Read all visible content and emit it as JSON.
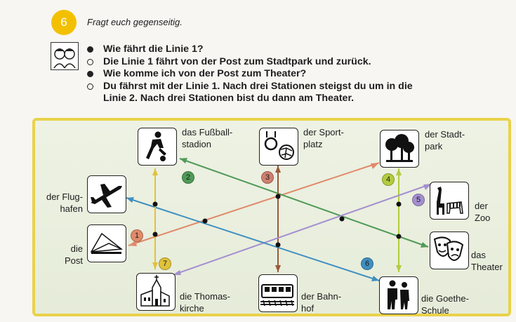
{
  "task": {
    "number": "6",
    "instruction": "Fragt euch gegenseitig."
  },
  "dialogue": [
    {
      "bullet": "filled",
      "lines": [
        "Wie fährt die Linie 1?"
      ]
    },
    {
      "bullet": "open",
      "lines": [
        "Die Linie 1 fährt von der Post zum Stadtpark und zurück."
      ]
    },
    {
      "bullet": "filled",
      "lines": [
        "Wie komme ich von der Post zum Theater?"
      ]
    },
    {
      "bullet": "open",
      "lines": [
        "Du fährst mit der Linie 1. Nach drei Stationen steigst du um in die",
        "Linie 2. Nach drei Stationen bist du dann am Theater."
      ]
    }
  ],
  "stops": {
    "fussballstadion": {
      "l1": "das Fußball-",
      "l2": "stadion",
      "icon": "soccer-player-icon"
    },
    "sportplatz": {
      "l1": "der Sport-",
      "l2": "platz",
      "icon": "gym-ball-icon"
    },
    "stadtpark": {
      "l1": "der Stadt-",
      "l2": "park",
      "icon": "trees-icon"
    },
    "flughafen": {
      "l1": "der Flug-",
      "l2": "hafen",
      "icon": "airplane-icon"
    },
    "zoo": {
      "l1": "der",
      "l2": "Zoo",
      "icon": "giraffe-zebra-icon"
    },
    "post": {
      "l1": "die",
      "l2": "Post",
      "icon": "letter-icon"
    },
    "theater": {
      "l1": "das",
      "l2": "Theater",
      "icon": "theater-masks-icon"
    },
    "thomaskirche": {
      "l1": "die Thomas-",
      "l2": "kirche",
      "icon": "church-icon"
    },
    "bahnhof": {
      "l1": "der Bahn-",
      "l2": "hof",
      "icon": "train-icon"
    },
    "goetheschule": {
      "l1": "die Goethe-",
      "l2": "Schule",
      "icon": "students-icon"
    }
  },
  "lines": [
    {
      "number": "1",
      "color": "#e08a6a"
    },
    {
      "number": "2",
      "color": "#4f9a57"
    },
    {
      "number": "3",
      "color": "#cf7f6e"
    },
    {
      "number": "4",
      "color": "#b3cc3e"
    },
    {
      "number": "5",
      "color": "#a48fd0"
    },
    {
      "number": "6",
      "color": "#3f8fc0"
    },
    {
      "number": "7",
      "color": "#e0c23a"
    },
    {
      "number": "",
      "color": "#9a5a3a"
    }
  ]
}
